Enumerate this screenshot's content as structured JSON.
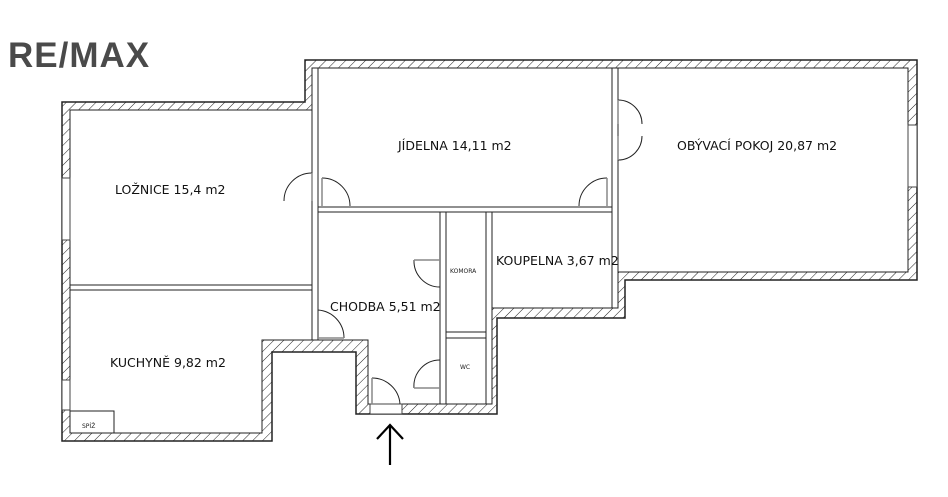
{
  "logo": "RE/MAX",
  "rooms": {
    "loznice": "LOŽNICE 15,4 m2",
    "jidelna": "JÍDELNA 14,11 m2",
    "obyvaci": "OBÝVACÍ POKOJ 20,87 m2",
    "koupelna": "KOUPELNA 3,67 m2",
    "chodba": "CHODBA 5,51 m2",
    "kuchyne": "KUCHYNĚ 9,82 m2",
    "komora": "KOMORA",
    "wc": "WC",
    "spiz": "SPÍŽ"
  },
  "entrance_icon": "arrow-up-icon"
}
